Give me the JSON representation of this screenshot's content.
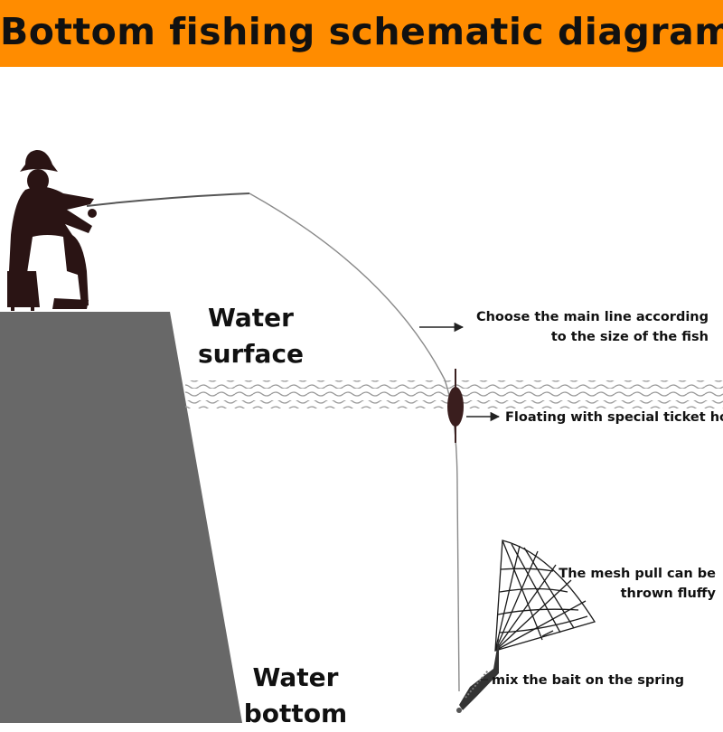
{
  "title": "Bottom fishing schematic diagram",
  "colors": {
    "banner": "#ff8c00",
    "bank": "#686868",
    "silhouette": "#2a1414",
    "text": "#111111"
  },
  "regions": {
    "surface": {
      "line1": "Water",
      "line2": "surface"
    },
    "bottom": {
      "line1": "Water",
      "line2": "bottom"
    }
  },
  "callouts": {
    "main_line": {
      "line1": "Choose the main line according",
      "line2": "to the size of the fish"
    },
    "float": {
      "text": "Floating with special ticket holder"
    },
    "mesh": {
      "line1": "The mesh pull can be",
      "line2": "thrown fluffy"
    },
    "spring": {
      "text": "mix the bait on the spring"
    }
  },
  "icons": [
    "fisherman-silhouette",
    "float-icon",
    "mesh-net-icon",
    "bait-spring-icon"
  ]
}
